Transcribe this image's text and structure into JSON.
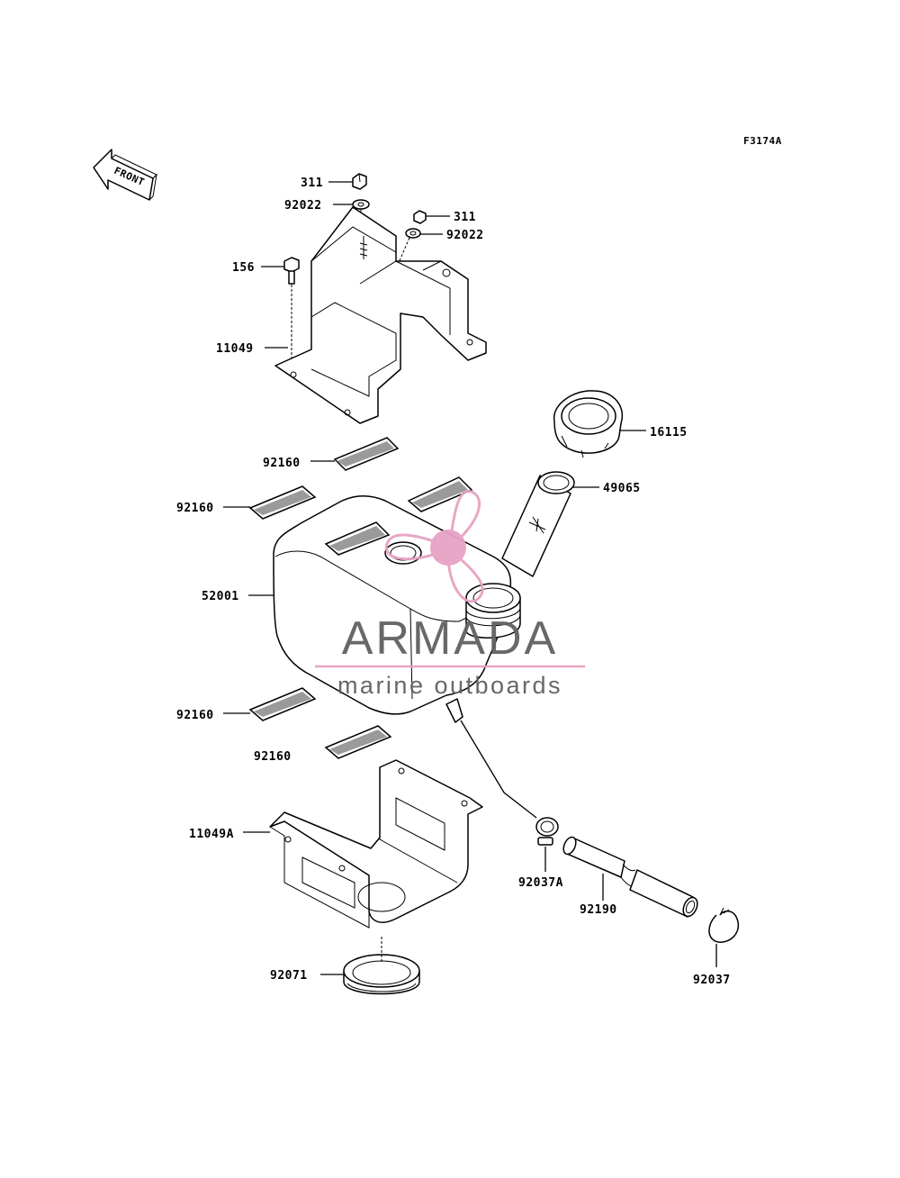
{
  "diagram": {
    "code": "F3174A",
    "front_label": "FRONT",
    "callouts": {
      "nut_top": "311",
      "washer_top": "92022",
      "nut_right": "311",
      "washer_right": "92022",
      "bolt": "156",
      "bracket_upper": "11049",
      "cap": "16115",
      "strainer": "49065",
      "pad_1": "92160",
      "pad_2": "92160",
      "tank": "52001",
      "pad_3": "92160",
      "pad_4": "92160",
      "bracket_lower": "11049A",
      "clamp_small": "92037A",
      "hose": "92190",
      "clamp": "92037",
      "grommet": "92071"
    }
  },
  "watermark": {
    "brand": "ARMADA",
    "tagline": "marine outboards",
    "colors": {
      "text": "#606060",
      "accent": "#e7a3c4",
      "rule": "#e6a0c0"
    }
  }
}
